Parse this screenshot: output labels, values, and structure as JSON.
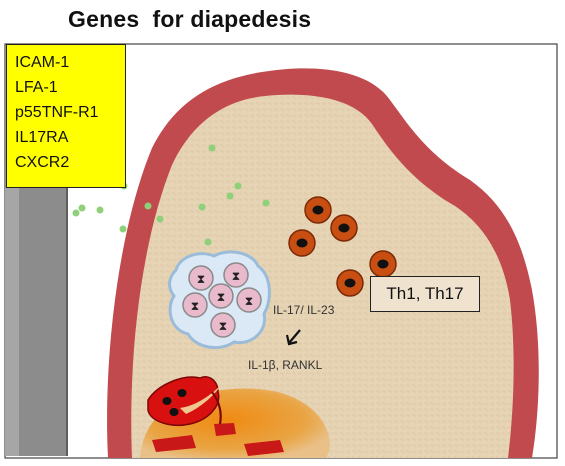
{
  "title": "Genes  for diapedesis",
  "genes": [
    "ICAM-1",
    "LFA-1",
    "p55TNF-R1",
    "IL17RA",
    "CXCR2"
  ],
  "cells_label": "Th1, Th17",
  "cytokine_label": "IL-17/ IL-23",
  "mediator_label": "IL-1β, RANKL",
  "colors": {
    "gene_box": "#ffff00",
    "synovium_lining": "#c04a4e",
    "tissue": "#e6d3b3",
    "vessel_wall": "#8c8c8c",
    "lymphocyte": "#c84e12",
    "chemokine_dots": "#8fd07a",
    "bone": "#e59a1e",
    "osteoclast": "#d91010"
  }
}
